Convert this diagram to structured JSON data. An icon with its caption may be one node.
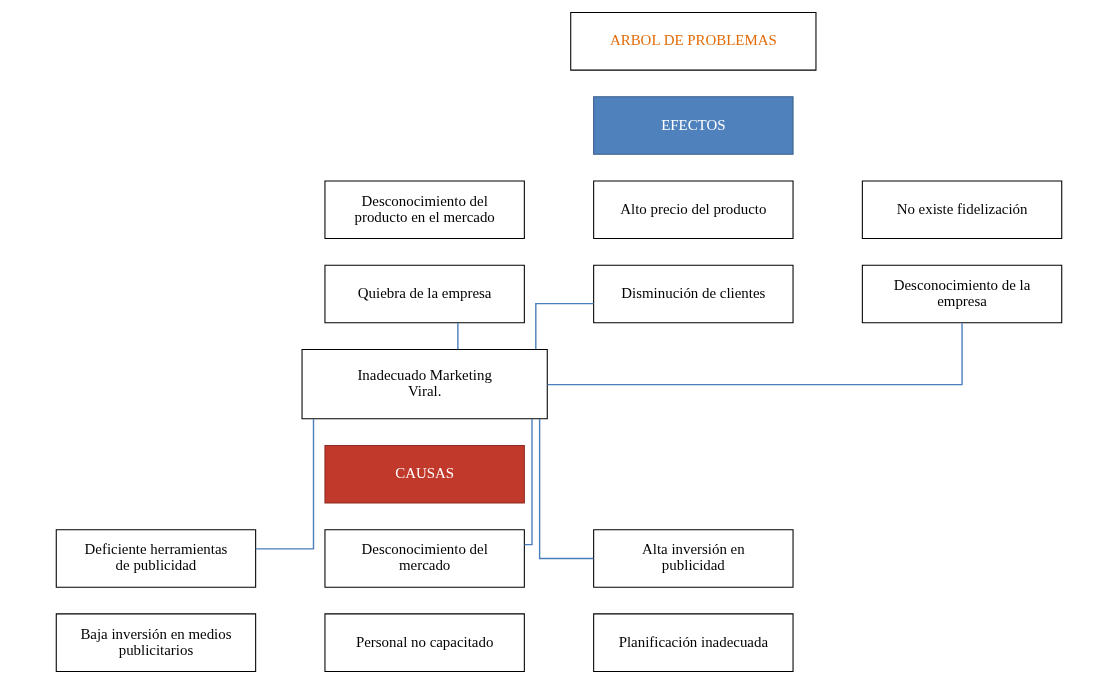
{
  "diagram": {
    "nodes": [
      {
        "text": [
          "ARBOL DE PROBLEMAS"
        ]
      },
      {
        "text": [
          "EFECTOS"
        ]
      },
      {
        "text": [
          "Desconocimiento del producto en el mercado"
        ]
      },
      {
        "text": [
          "Alto precio del producto"
        ]
      },
      {
        "text": [
          "No existe fidelización"
        ]
      },
      {
        "text": [
          "Quiebra de la empresa"
        ]
      },
      {
        "text": [
          "Disminución de clientes"
        ]
      },
      {
        "text": [
          "Desconocimiento de la empresa"
        ]
      },
      {
        "text": [
          "Inadecuado Marketing Viral."
        ]
      },
      {
        "text": [
          "CAUSAS"
        ]
      },
      {
        "text": [
          "Deficiente herramientas de publicidad"
        ]
      },
      {
        "text": [
          "Desconocimiento del mercado"
        ]
      },
      {
        "text": [
          "Alta inversión en publicidad"
        ]
      },
      {
        "text": [
          "Baja inversión en medios publicitarios"
        ]
      },
      {
        "text": [
          "Personal no capacitado"
        ]
      },
      {
        "text": [
          "Planificación inadecuada"
        ]
      }
    ],
    "edges": [
      {
        "from": 5,
        "to": 8,
        "arrow": "none"
      },
      {
        "from": 6,
        "to": 8,
        "arrow": "none"
      },
      {
        "from": 7,
        "to": 8,
        "arrow": "none"
      },
      {
        "from": 8,
        "to": 10,
        "arrow": "none"
      },
      {
        "from": 8,
        "to": 11,
        "arrow": "none"
      },
      {
        "from": 8,
        "to": 12,
        "arrow": "none"
      }
    ]
  }
}
